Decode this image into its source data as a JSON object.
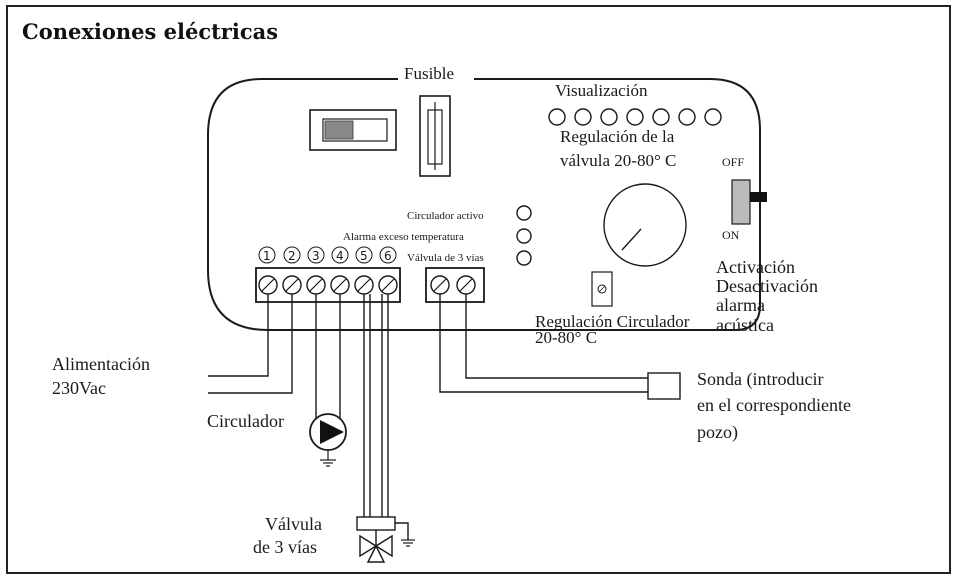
{
  "title": "Conexiones eléctricas",
  "labels": {
    "fusible": "Fusible",
    "visualizacion": "Visualización",
    "regulacion_valvula_1": "Regulación de la",
    "regulacion_valvula_2": "válvula 20-80° C",
    "off": "OFF",
    "on": "ON",
    "circulador_activo": "Circulador activo",
    "alarma_exceso": "Alarma exceso temperatura",
    "valvula_3_vias_led": "Válvula de 3 vías",
    "activacion_1": "Activación",
    "activacion_2": "Desactivación",
    "activacion_3": "alarma",
    "activacion_4": "acústica",
    "regulacion_circulador_1": "Regulación Circulador",
    "regulacion_circulador_2": "20-80° C",
    "alimentacion_1": "Alimentación",
    "alimentacion_2": "230Vac",
    "sonda_1": "Sonda (introducir",
    "sonda_2": "en el correspondiente",
    "sonda_3": "pozo)",
    "circulador": "Circulador",
    "valvula_1": "Válvula",
    "valvula_2": "de 3 vías"
  },
  "terminal_numbers": [
    "1",
    "2",
    "3",
    "4",
    "5",
    "6"
  ],
  "icons": [
    "fuse-icon",
    "pump-icon",
    "three-way-valve-icon",
    "ground-icon",
    "dial-icon",
    "toggle-switch-icon"
  ]
}
